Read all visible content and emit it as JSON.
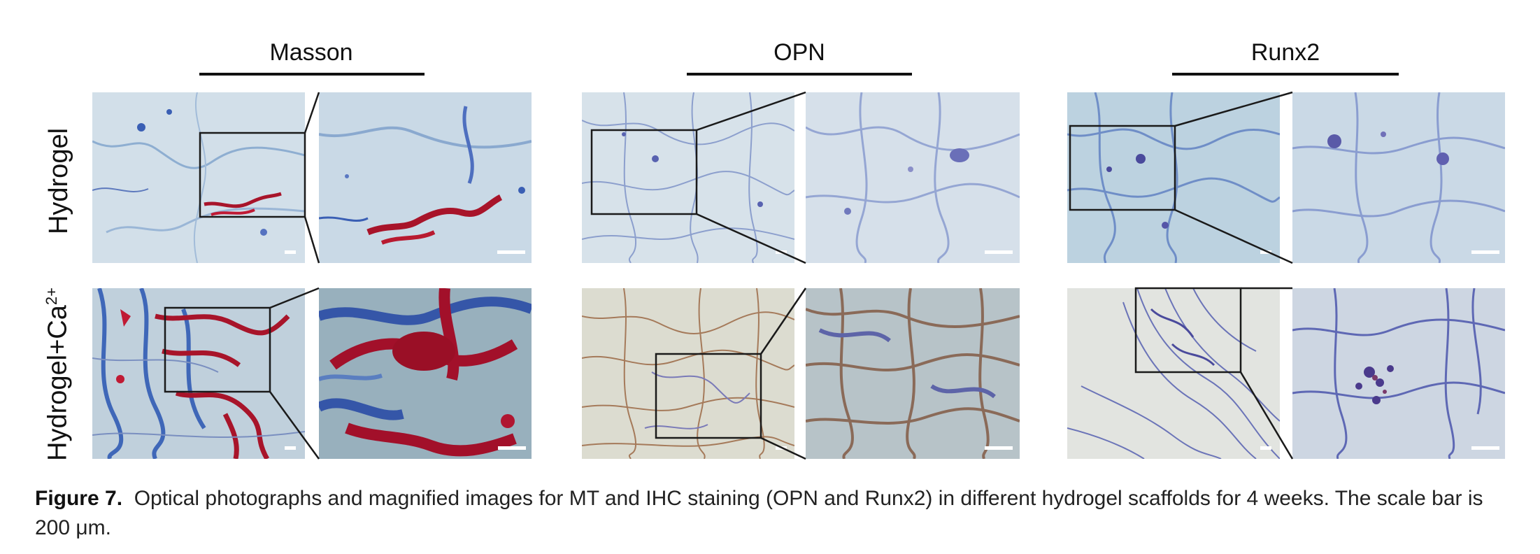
{
  "columns": [
    {
      "title": "Masson"
    },
    {
      "title": "OPN"
    },
    {
      "title": "Runx2"
    }
  ],
  "rows": [
    {
      "label": "Hydrogel"
    },
    {
      "label": "Hydrogel+Ca",
      "superscript": "2+"
    }
  ],
  "caption": {
    "label": "Figure 7.",
    "text": "Optical photographs and magnified images for MT and IHC staining (OPN and Runx2) in different hydrogel scaffolds for 4 weeks. The scale bar is 200 μm."
  },
  "colors": {
    "hydrogel_bg": "#cfdde6",
    "masson_blue": "#3a5fb4",
    "masson_red": "#a8142a",
    "opn_ca_bg": "#d9d6c8",
    "opn_brown": "#9a6a4a",
    "runx2_bg": "#bcd2e0",
    "runx2_purple": "#4a4a9c"
  }
}
